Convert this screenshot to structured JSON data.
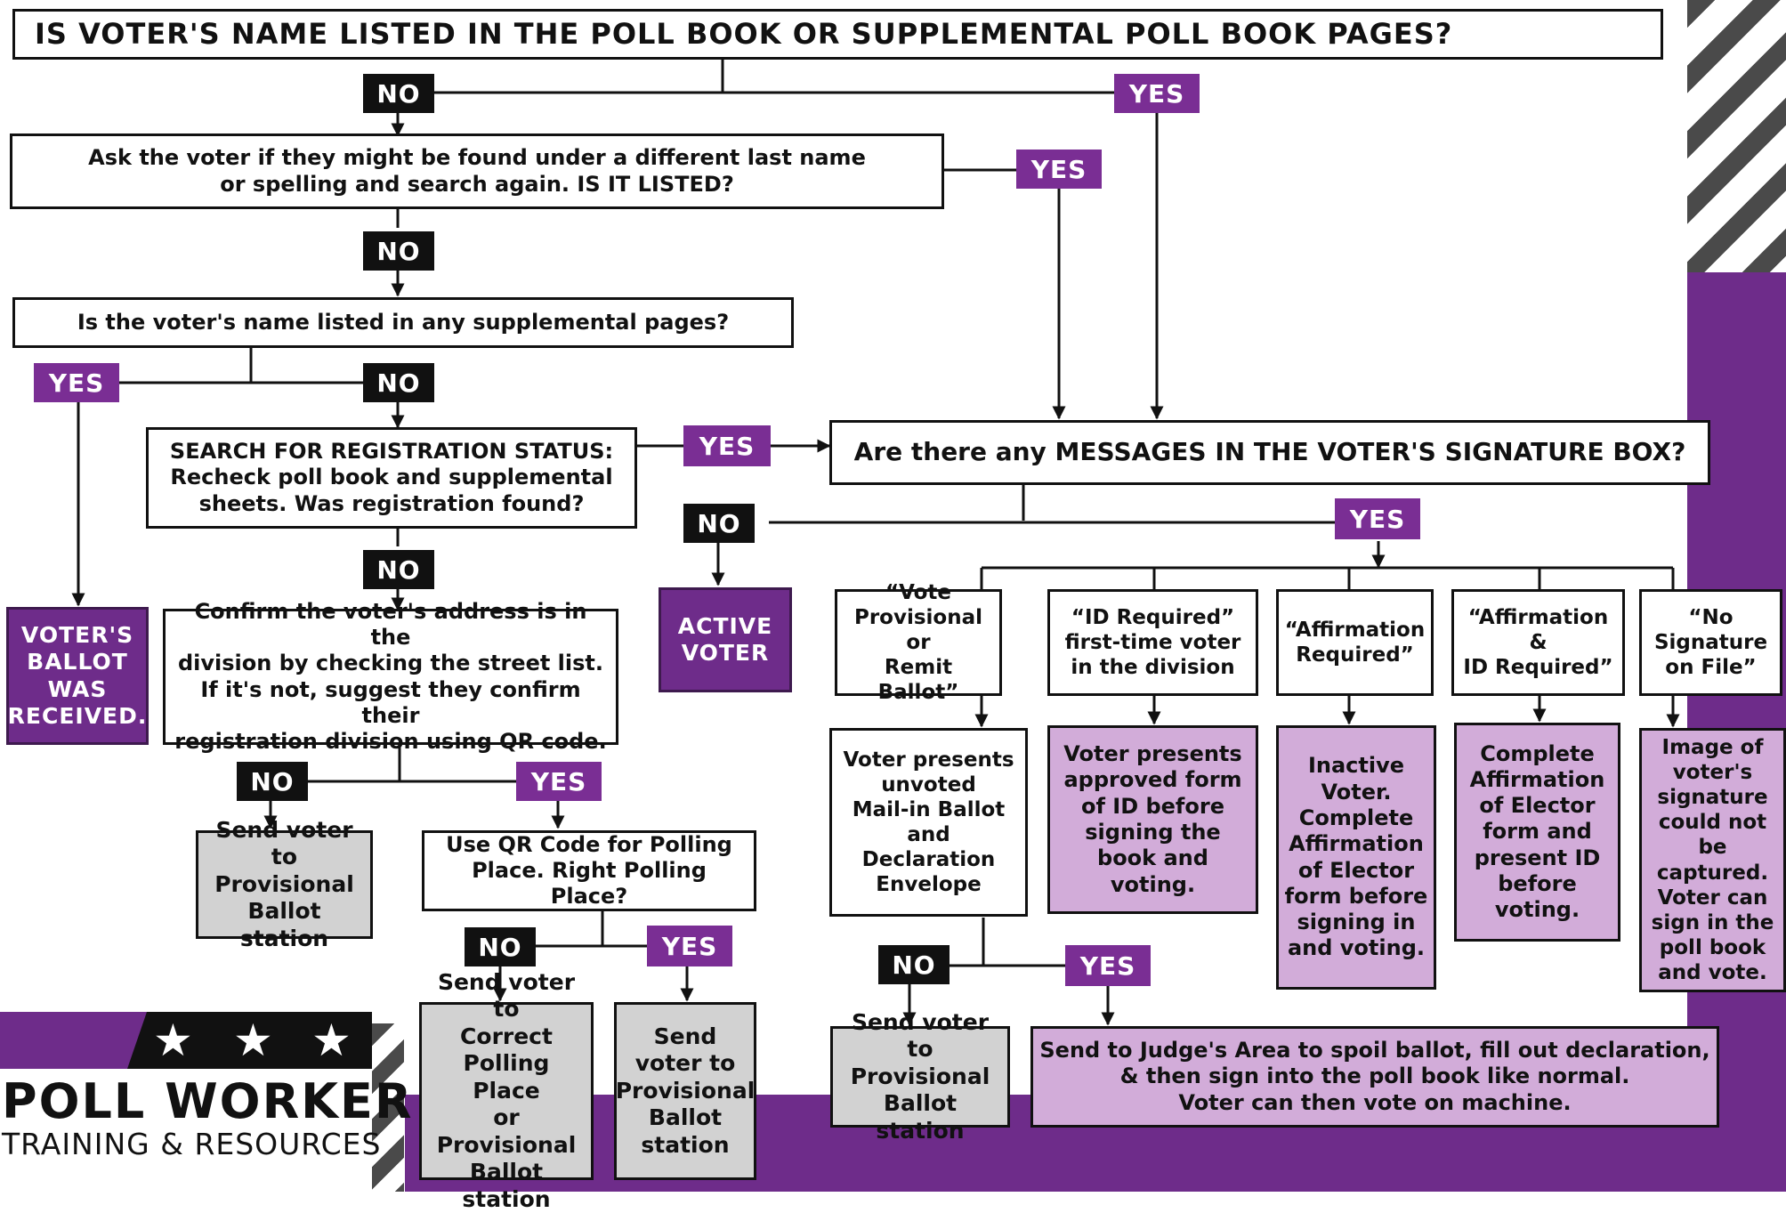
{
  "header_question": "IS VOTER'S NAME LISTED IN THE POLL BOOK OR SUPPLEMENTAL POLL BOOK PAGES?",
  "nodes": {
    "different_name": "Ask the voter if they might be found under a different last name\nor spelling and search again. IS IT LISTED?",
    "supplemental": "Is the voter's name listed in any supplemental pages?",
    "search_status": "SEARCH FOR REGISTRATION STATUS:\nRecheck poll book and supplemental\nsheets. Was registration found?",
    "ballot_received": "VOTER'S\nBALLOT\nWAS\nRECEIVED.",
    "confirm_address": "Confirm the voter's address is in the\ndivision by checking the street list.\nIf it's not, suggest they confirm their\nregistration division using QR code.",
    "provisional_1": "Send voter to\nProvisional\nBallot station",
    "qr_code": "Use QR Code for Polling\nPlace. Right Polling Place?",
    "correct_place": "Send voter to\nCorrect\nPolling Place\nor\nProvisional\nBallot station",
    "provisional_2": "Send\nvoter to\nProvisional\nBallot\nstation",
    "messages_q": "Are there any MESSAGES IN THE VOTER'S SIGNATURE BOX?",
    "active_voter": "ACTIVE\nVOTER",
    "msg_vote_provisional": "“Vote\nProvisional or\nRemit Ballot”",
    "msg_id_required": "“ID Required”\nfirst-time voter\nin the division",
    "msg_affirmation": "“Affirmation\nRequired”",
    "msg_affirmation_id": "“Affirmation\n&\nID Required”",
    "msg_no_signature": "“No\nSignature\non File”",
    "mail_in": "Voter presents\nunvoted\nMail-in Ballot\nand\nDeclaration\nEnvelope",
    "approved_id": "Voter presents\napproved form\nof ID before\nsigning the\nbook and\nvoting.",
    "inactive_voter": "Inactive\nVoter.\nComplete\nAffirmation\nof Elector\nform before\nsigning in\nand voting.",
    "complete_affirmation": "Complete\nAffirmation\nof Elector\nform and\npresent ID\nbefore\nvoting.",
    "image_signature": "Image of\nvoter's\nsignature\ncould not be\ncaptured.\nVoter can\nsign in the\npoll book\nand vote.",
    "provisional_3": "Send voter to\nProvisional\nBallot station",
    "judges_area": "Send to Judge's Area to spoil ballot, fill out declaration,\n& then sign into the poll book like normal.\nVoter can then vote on machine."
  },
  "labels": {
    "yes": "YES",
    "no": "NO"
  },
  "logo": {
    "title": "POLL WORKER",
    "subtitle": "TRAINING & RESOURCES",
    "stars": [
      "★",
      "★",
      "★"
    ]
  },
  "colors": {
    "purple": "#6e2c8a",
    "lavender": "#d2acd9",
    "grey": "#d2d2d2",
    "black": "#111111"
  }
}
